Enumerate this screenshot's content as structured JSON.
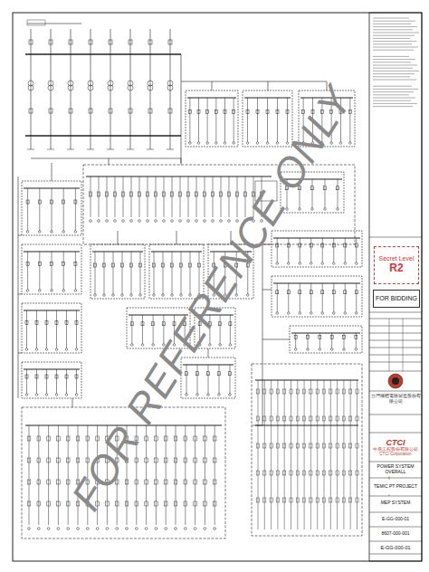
{
  "diagram": {
    "nodes": [
      {
        "text": [
          "Secret Level",
          "R2"
        ]
      },
      {
        "text": [
          "FOR BIDDING"
        ]
      },
      {
        "text": [
          "台灣積體電路製造股份有限公司"
        ]
      },
      {
        "text": [
          "CTCI",
          "中鼎工程股份有限公司 CTCI Corporation"
        ]
      },
      {
        "text": [
          "POWER SYSTEM OVERALL"
        ]
      },
      {
        "text": [
          "TEMIC PT PROJECT"
        ]
      },
      {
        "text": [
          "MEP SYSTEM"
        ]
      },
      {
        "text": [
          "E-GG-000-01"
        ]
      },
      {
        "text": [
          "8607-000-001"
        ]
      },
      {
        "text": [
          "E-GG-000-01"
        ]
      }
    ],
    "labels": [
      "FOR REFERENCE ONLY"
    ]
  }
}
